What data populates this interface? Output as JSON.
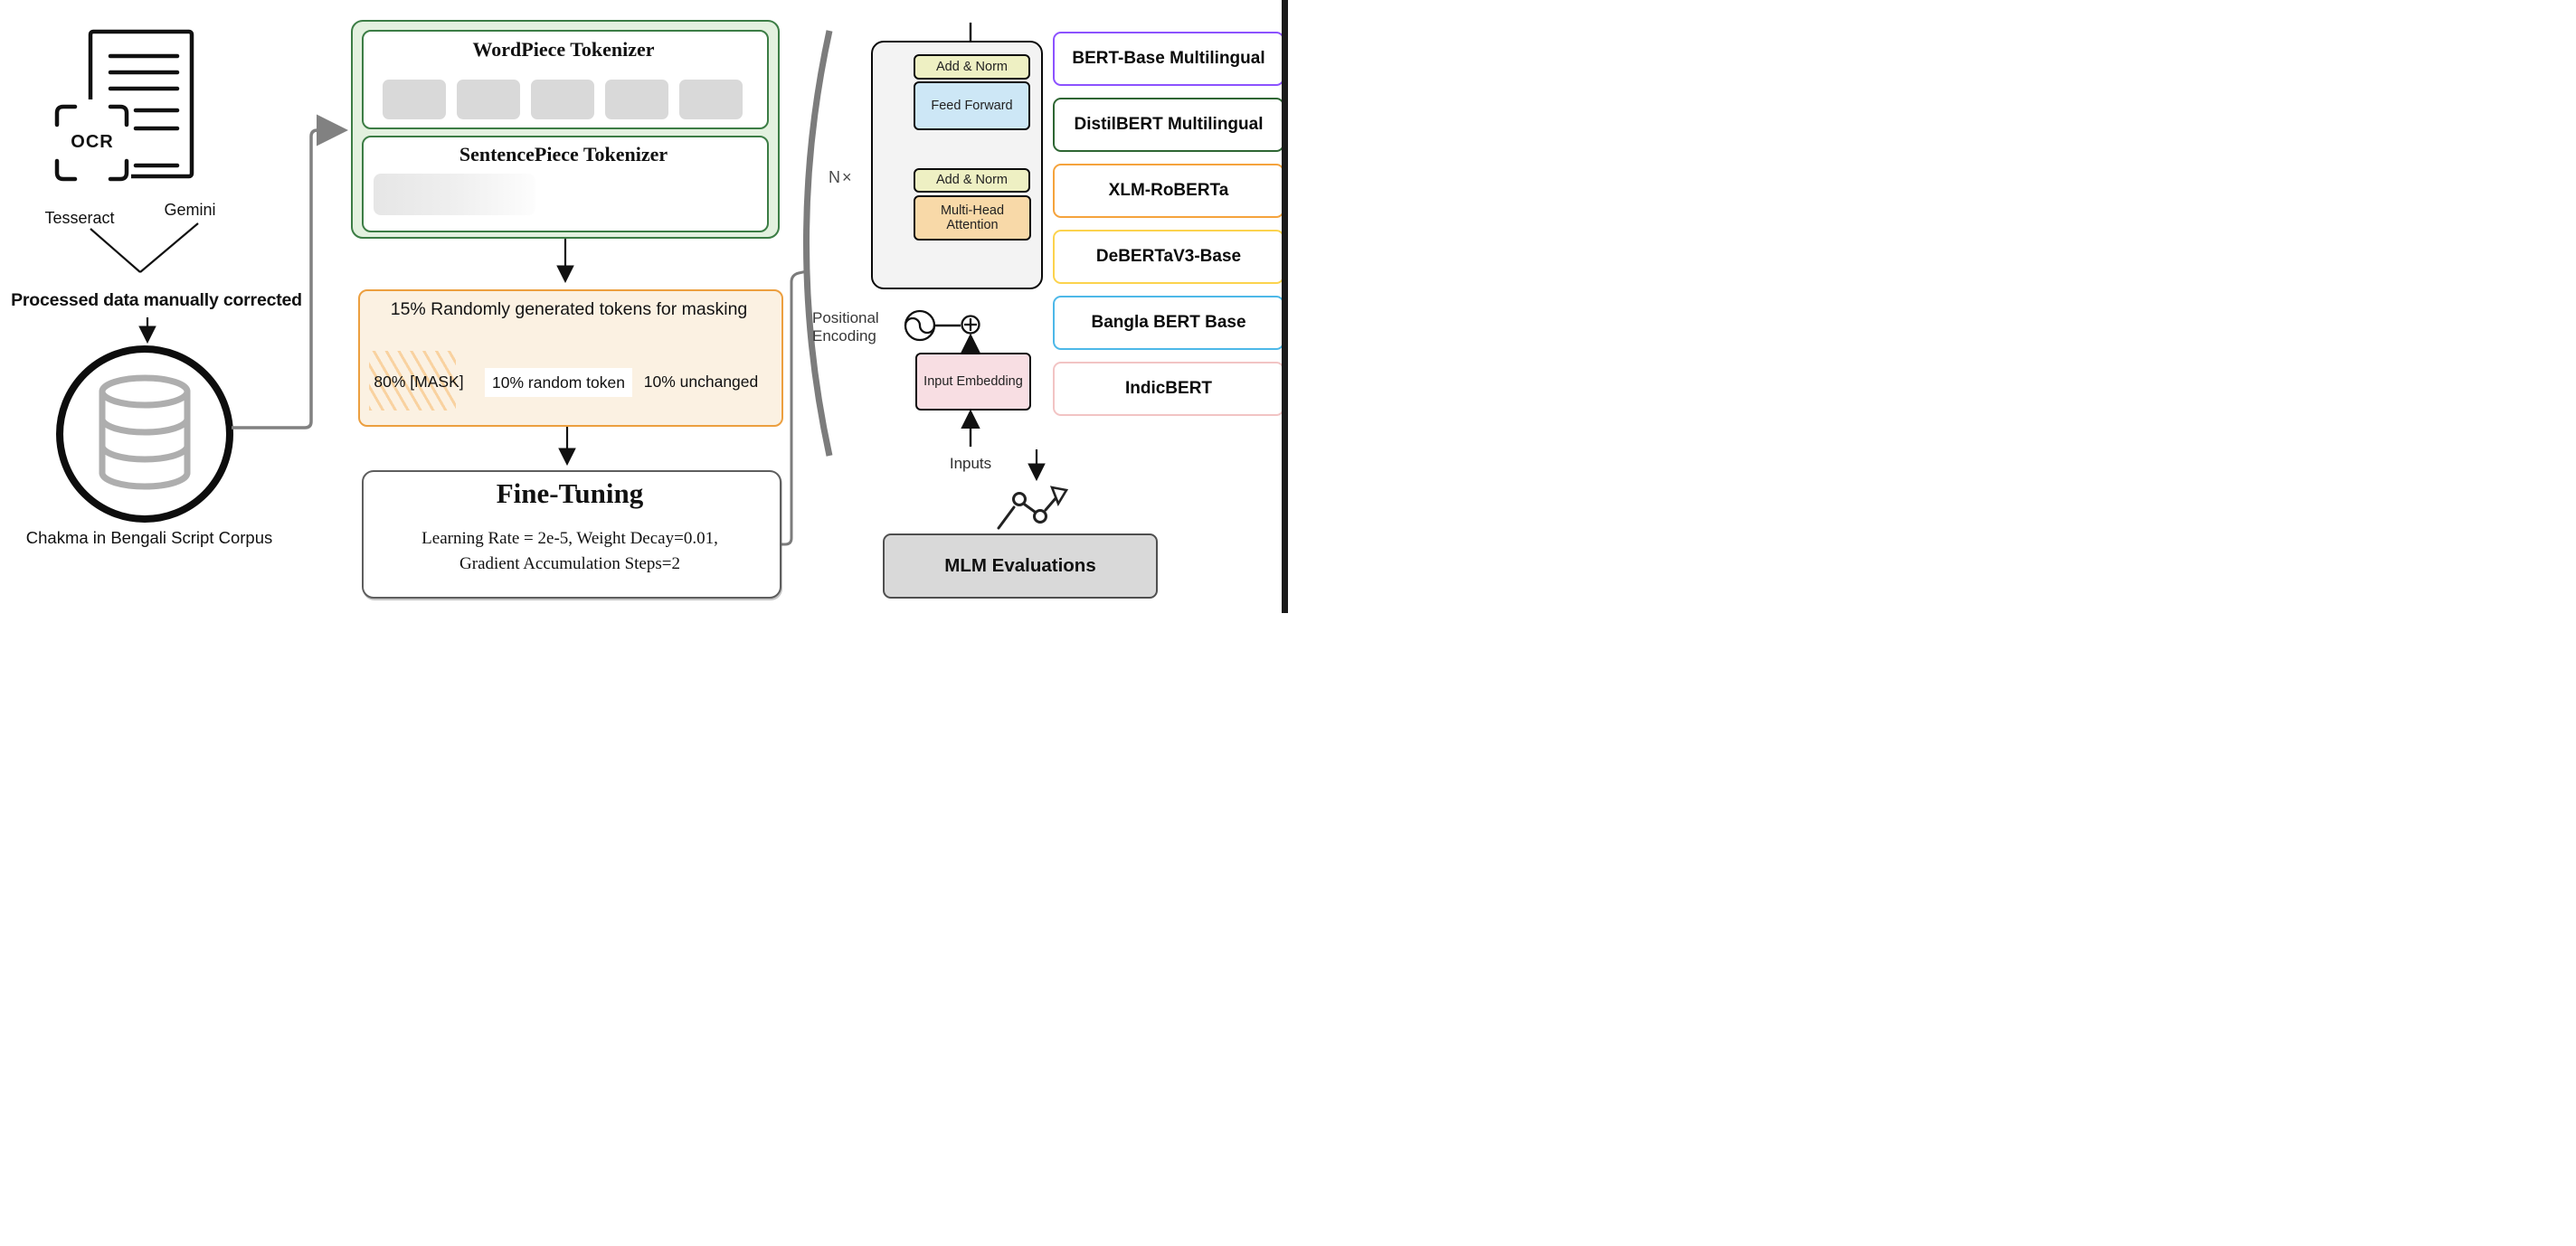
{
  "left": {
    "ocr_label": "OCR",
    "tool1": "Tesseract",
    "tool2": "Gemini",
    "processed_label": "Processed data manually corrected",
    "corpus_label": "Chakma in Bengali Script Corpus"
  },
  "tokenizers": {
    "wordpiece_title": "WordPiece Tokenizer",
    "sentencepiece_title": "SentencePiece Tokenizer"
  },
  "masking": {
    "title": "15% Randomly generated  tokens for masking",
    "branch_mask": "80% [MASK]",
    "branch_random": "10% random token",
    "branch_unchanged": "10% unchanged"
  },
  "finetuning": {
    "title": "Fine-Tuning",
    "line1": "Learning Rate = 2e-5, Weight Decay=0.01,",
    "line2": "Gradient Accumulation Steps=2"
  },
  "transformer": {
    "n_label": "N×",
    "add_norm_top": "Add & Norm",
    "feed_forward": "Feed Forward",
    "add_norm_bottom": "Add & Norm",
    "multi_head_attention": "Multi-Head Attention",
    "positional_line1": "Positional",
    "positional_line2": "Encoding",
    "input_embedding": "Input Embedding",
    "inputs_label": "Inputs"
  },
  "models": [
    {
      "label": "BERT-Base Multilingual",
      "border": "#8c52ff",
      "border_style": "border-color:#8c52ff"
    },
    {
      "label": "DistilBERT Multilingual",
      "border": "#2e6633",
      "border_style": "border-color:#2e6633"
    },
    {
      "label": "XLM-RoBERTa",
      "border": "#f5a33c",
      "border_style": "border-color:#f5a33c"
    },
    {
      "label": "DeBERTaV3-Base",
      "border": "#fcd34d",
      "border_style": "border-color:#fcd34d"
    },
    {
      "label": "Bangla BERT Base",
      "border": "#4db8e8",
      "border_style": "border-color:#4db8e8"
    },
    {
      "label": "IndicBERT",
      "border": "#f2c4c4",
      "border_style": "border-color:#f2c4c4"
    }
  ],
  "evaluation": {
    "label": "MLM Evaluations"
  },
  "colors": {
    "tokenizer_fill": "#e3f1df",
    "tokenizer_border": "#3c7d45",
    "masking_fill": "#fbf1e2",
    "masking_border": "#ec9f3f",
    "token_square": "#d9d9d9",
    "transformer_fill": "#f3f3f3",
    "add_norm_fill": "#eef0c3",
    "feed_forward_fill": "#cde7f6",
    "attention_fill": "#f8d9a8",
    "embedding_fill": "#f8dee3",
    "mlm_fill": "#d9d9d9",
    "connector_gray": "#7c7c7c"
  }
}
